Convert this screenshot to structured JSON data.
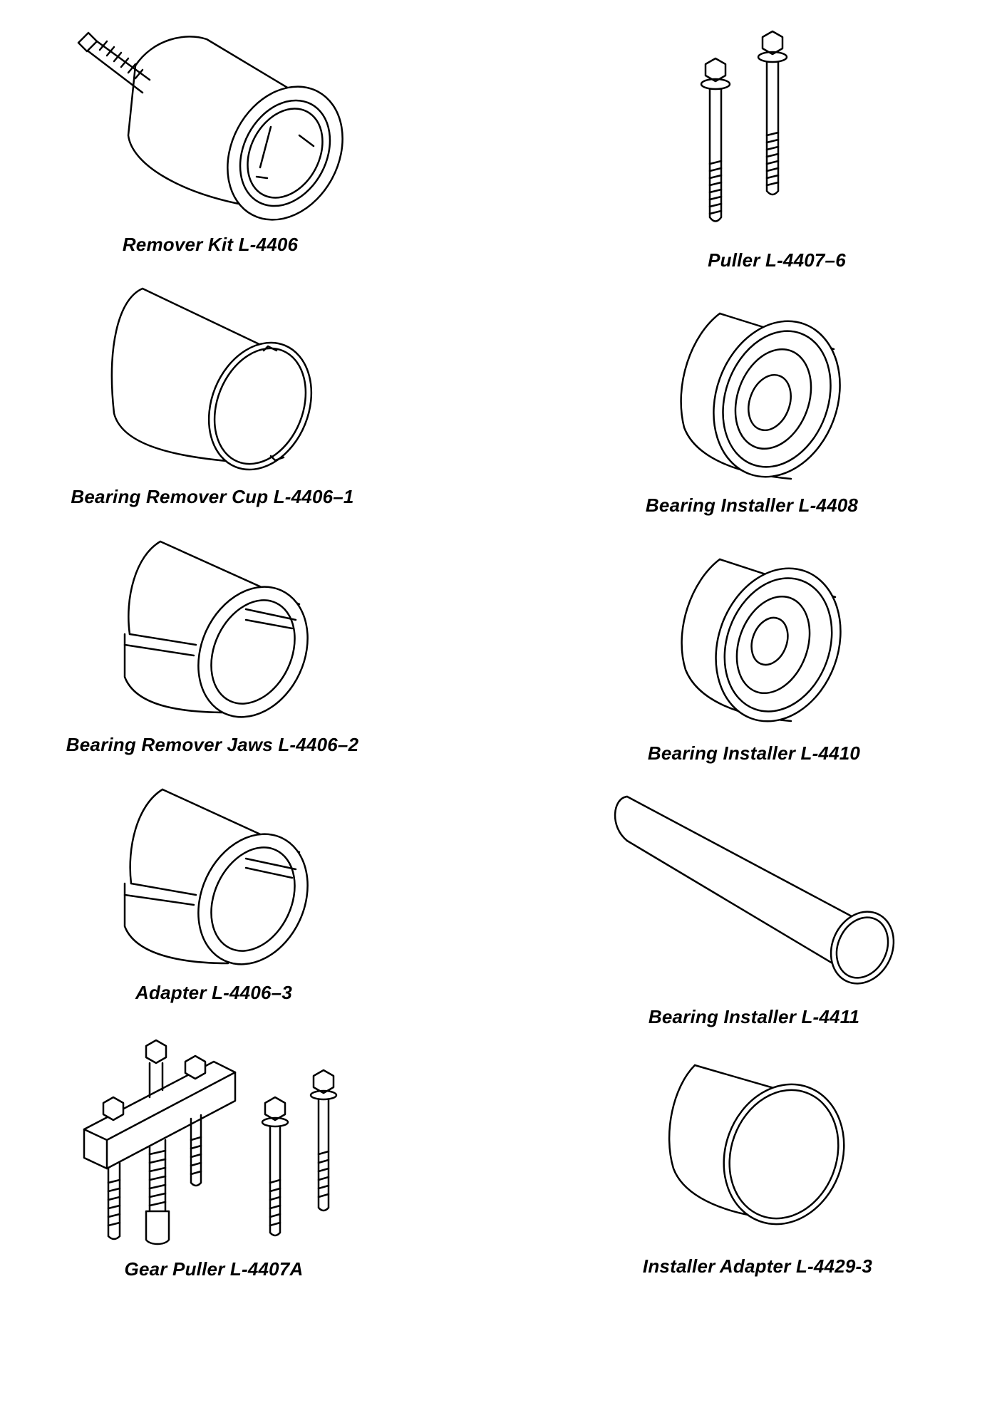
{
  "tools": [
    {
      "label": "Remover Kit L-4406"
    },
    {
      "label": "Puller L-4407–6"
    },
    {
      "label": "Bearing Remover Cup L-4406–1"
    },
    {
      "label": "Bearing Installer L-4408"
    },
    {
      "label": "Bearing Remover Jaws L-4406–2"
    },
    {
      "label": "Bearing Installer L-4410"
    },
    {
      "label": "Adapter L-4406–3"
    },
    {
      "label": "Bearing Installer L-4411"
    },
    {
      "label": "Gear Puller L-4407A"
    },
    {
      "label": "Installer Adapter L-4429-3"
    }
  ]
}
